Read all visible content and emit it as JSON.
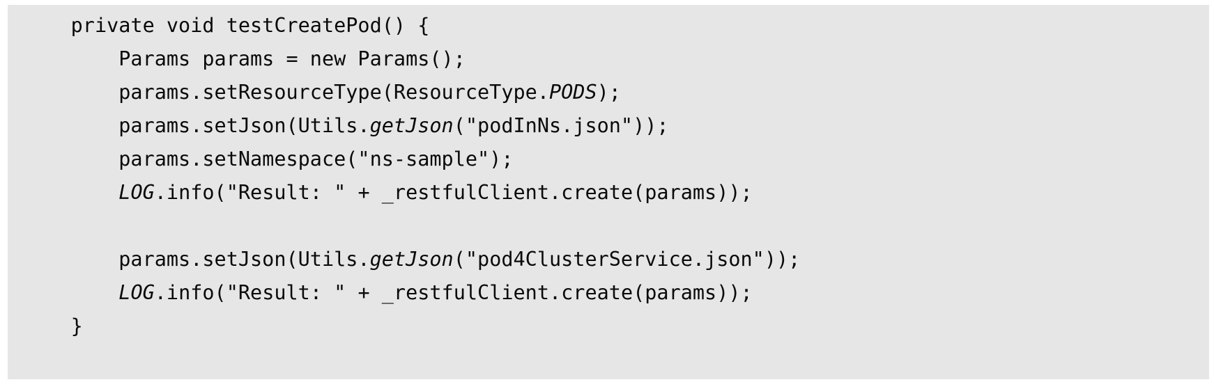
{
  "figure": {
    "kind": "code-listing",
    "language": "Java",
    "background_color": "#e6e6e6",
    "page_color": "#ffffff",
    "text_color": "#0a0a0a"
  },
  "code": {
    "lines": [
      {
        "id": "line-1",
        "segments": [
          {
            "text": "    private void testCreatePod() {",
            "italic": false
          }
        ]
      },
      {
        "id": "line-2",
        "segments": [
          {
            "text": "        Params params = new Params();",
            "italic": false
          }
        ]
      },
      {
        "id": "line-3",
        "segments": [
          {
            "text": "        params.setResourceType(ResourceType.",
            "italic": false
          },
          {
            "text": "PODS",
            "italic": true
          },
          {
            "text": ");",
            "italic": false
          }
        ]
      },
      {
        "id": "line-4",
        "segments": [
          {
            "text": "        params.setJson(Utils.",
            "italic": false
          },
          {
            "text": "getJson",
            "italic": true
          },
          {
            "text": "(\"podInNs.json\"));",
            "italic": false
          }
        ]
      },
      {
        "id": "line-5",
        "segments": [
          {
            "text": "        params.setNamespace(\"ns-sample\");",
            "italic": false
          }
        ]
      },
      {
        "id": "line-6",
        "segments": [
          {
            "text": "        ",
            "italic": false
          },
          {
            "text": "LOG",
            "italic": true
          },
          {
            "text": ".info(\"Result: \" + _restfulClient.create(params));",
            "italic": false
          }
        ]
      },
      {
        "id": "line-7",
        "segments": [
          {
            "text": " ",
            "italic": false
          }
        ]
      },
      {
        "id": "line-8",
        "segments": [
          {
            "text": "        params.setJson(Utils.",
            "italic": false
          },
          {
            "text": "getJson",
            "italic": true
          },
          {
            "text": "(\"pod4ClusterService.json\"));",
            "italic": false
          }
        ]
      },
      {
        "id": "line-9",
        "segments": [
          {
            "text": "        ",
            "italic": false
          },
          {
            "text": "LOG",
            "italic": true
          },
          {
            "text": ".info(\"Result: \" + _restfulClient.create(params));",
            "italic": false
          }
        ]
      },
      {
        "id": "line-10",
        "segments": [
          {
            "text": "    }",
            "italic": false
          }
        ]
      }
    ]
  }
}
